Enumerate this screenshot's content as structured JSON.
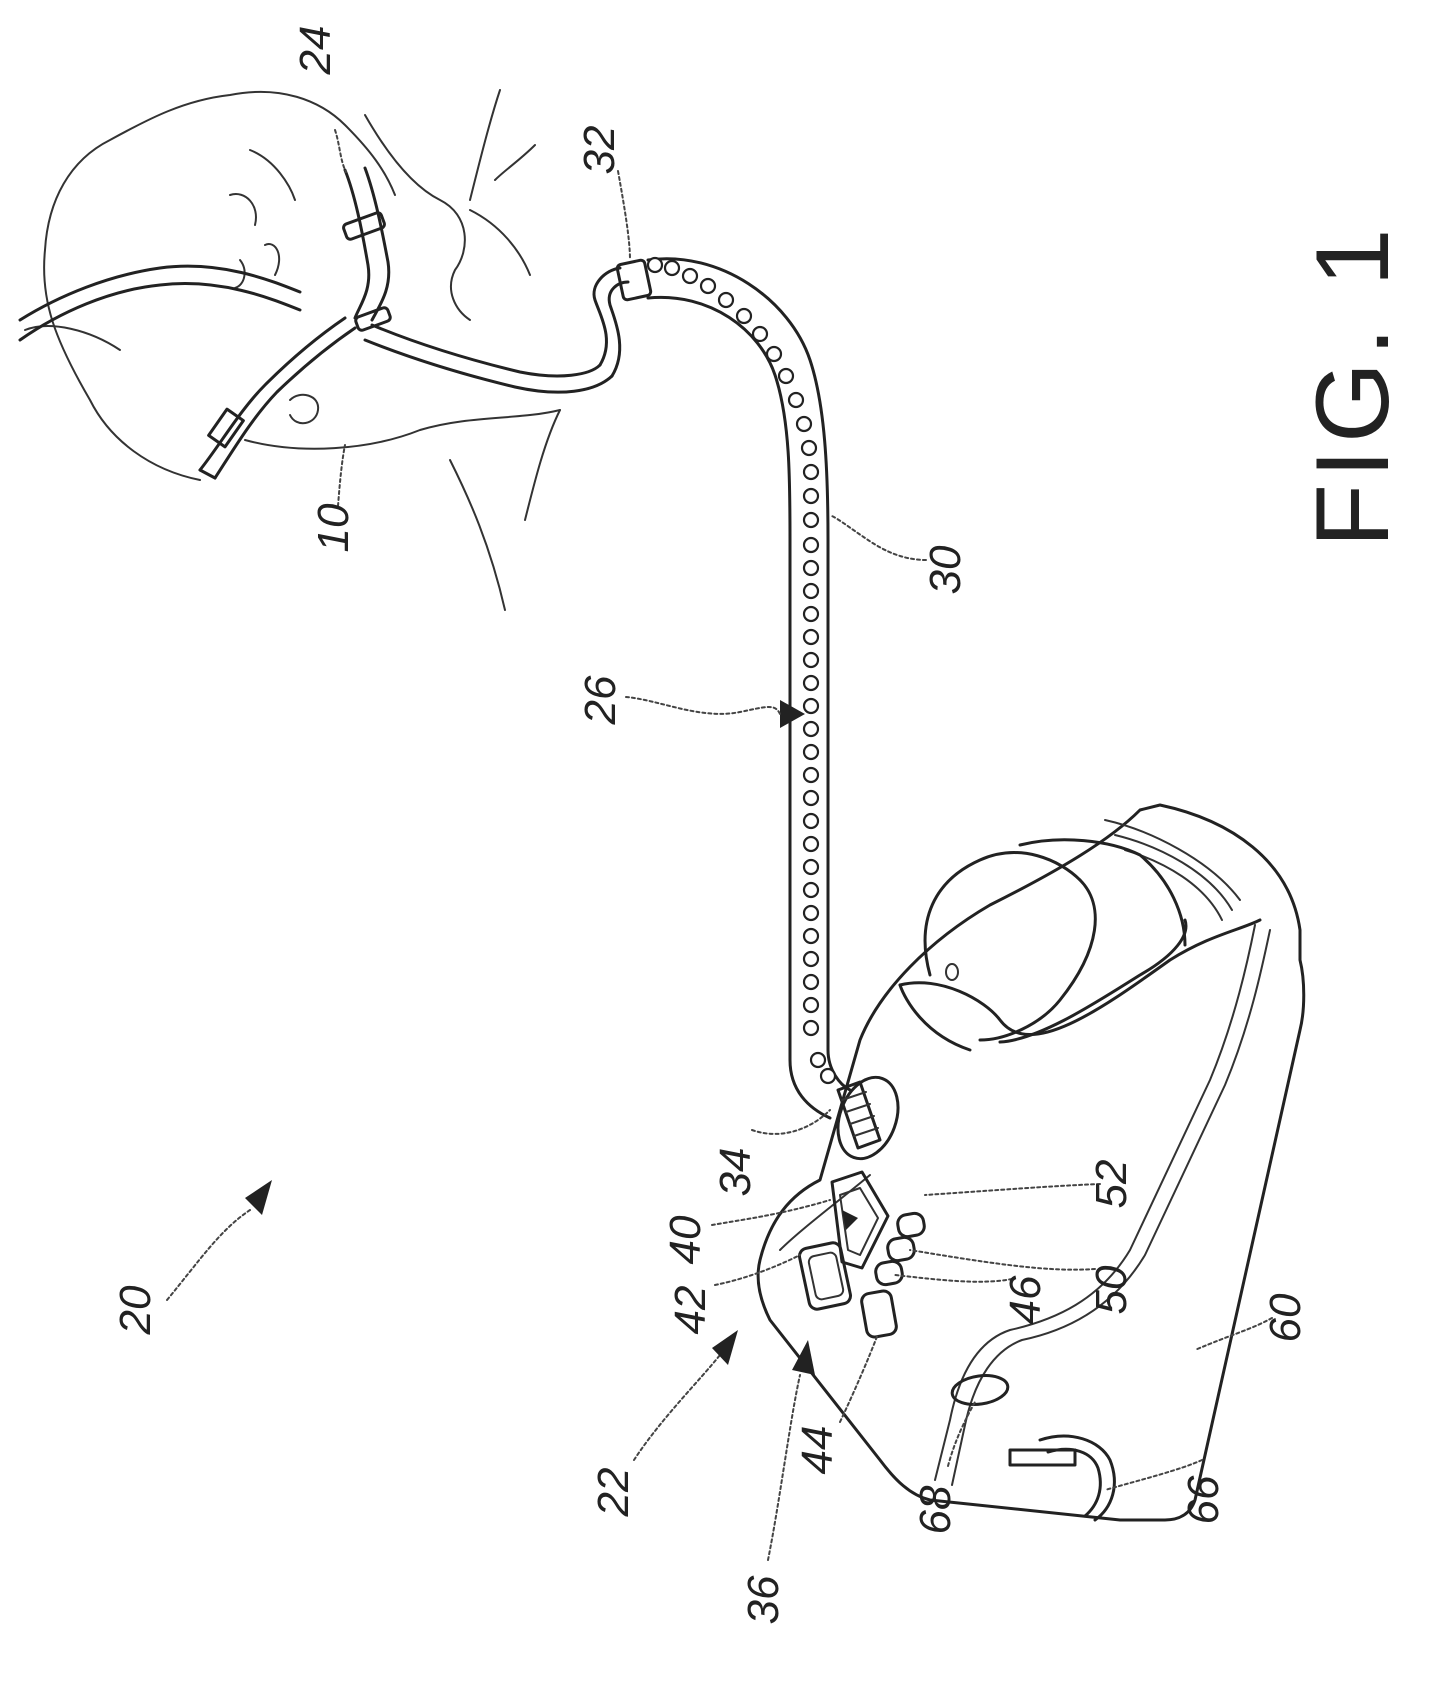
{
  "figure": {
    "title": "FIG. 1"
  },
  "labels": {
    "system": "20",
    "user": "10",
    "interface": "24",
    "conduit": "26",
    "heater_wire": "30",
    "patient_connector": "32",
    "device_connector": "34",
    "device": "22",
    "user_interface": "36",
    "display": "40",
    "button_large": "42",
    "button_lower_left": "44",
    "button_a": "46",
    "button_b": "50",
    "button_c": "52",
    "housing": "60",
    "handle": "66",
    "handle_recess": "68"
  }
}
